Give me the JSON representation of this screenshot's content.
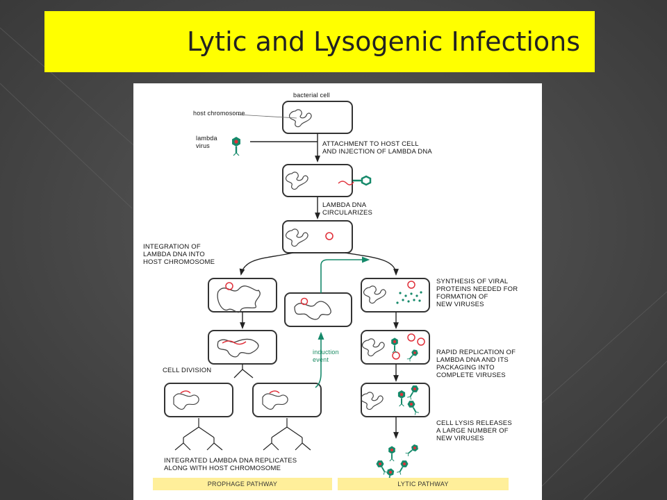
{
  "slide": {
    "title": "Lytic and Lysogenic Infections"
  },
  "figure": {
    "labels": {
      "bacterial_cell": "bacterial cell",
      "host_chromosome": "host chromosome",
      "lambda_virus": "lambda\nvirus",
      "attachment": "ATTACHMENT TO HOST CELL\nAND INJECTION OF LAMBDA DNA",
      "circularizes": "LAMBDA DNA\nCIRCULARIZES",
      "integration": "INTEGRATION OF\nLAMBDA DNA INTO\nHOST CHROMOSOME",
      "synthesis": "SYNTHESIS OF VIRAL\nPROTEINS NEEDED FOR\nFORMATION OF\nNEW VIRUSES",
      "induction": "induction\nevent",
      "replication": "RAPID REPLICATION OF\nLAMBDA DNA AND ITS\nPACKAGING INTO\nCOMPLETE VIRUSES",
      "cell_division": "CELL DIVISION",
      "cell_lysis": "CELL LYSIS RELEASES\nA LARGE NUMBER OF\nNEW VIRUSES",
      "integrated_replicates": "INTEGRATED LAMBDA DNA REPLICATES\nALONG WITH HOST CHROMOSOME"
    },
    "pathways": {
      "prophage": "PROPHAGE PATHWAY",
      "lytic": "LYTIC PATHWAY"
    },
    "colors": {
      "slide_background": "#4a4a4a",
      "title_bar": "#ffff00",
      "viral_dna": "#e0303a",
      "virus_green": "#15896a",
      "pathway_bar": "#ffef9a"
    }
  }
}
